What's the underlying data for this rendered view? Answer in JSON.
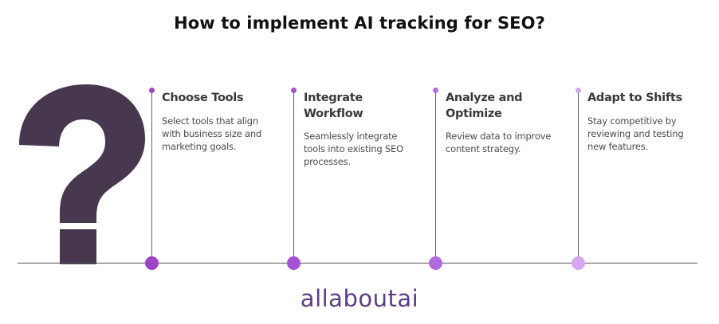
{
  "title": "How to implement AI tracking for SEO?",
  "colors": {
    "qmark": "#47374f",
    "line": "#555555",
    "step1": "#9b45c6",
    "step2": "#a551d2",
    "step3": "#b26bdf",
    "step4": "#d6a6ee",
    "logo": "#5b3d86"
  },
  "steps": [
    {
      "title_line1": "Choose Tools",
      "title_line2": "",
      "desc_lines": [
        "Select tools that align",
        "with business size and",
        "marketing goals."
      ]
    },
    {
      "title_line1": "Integrate",
      "title_line2": "Workflow",
      "desc_lines": [
        "Seamlessly integrate",
        "tools into existing SEO",
        "processes."
      ]
    },
    {
      "title_line1": "Analyze and",
      "title_line2": "Optimize",
      "desc_lines": [
        "Review data to improve",
        "content strategy."
      ]
    },
    {
      "title_line1": "Adapt to Shifts",
      "title_line2": "",
      "desc_lines": [
        "Stay competitive by",
        "reviewing and testing",
        "new features."
      ]
    }
  ],
  "logo_text": "allaboutai"
}
